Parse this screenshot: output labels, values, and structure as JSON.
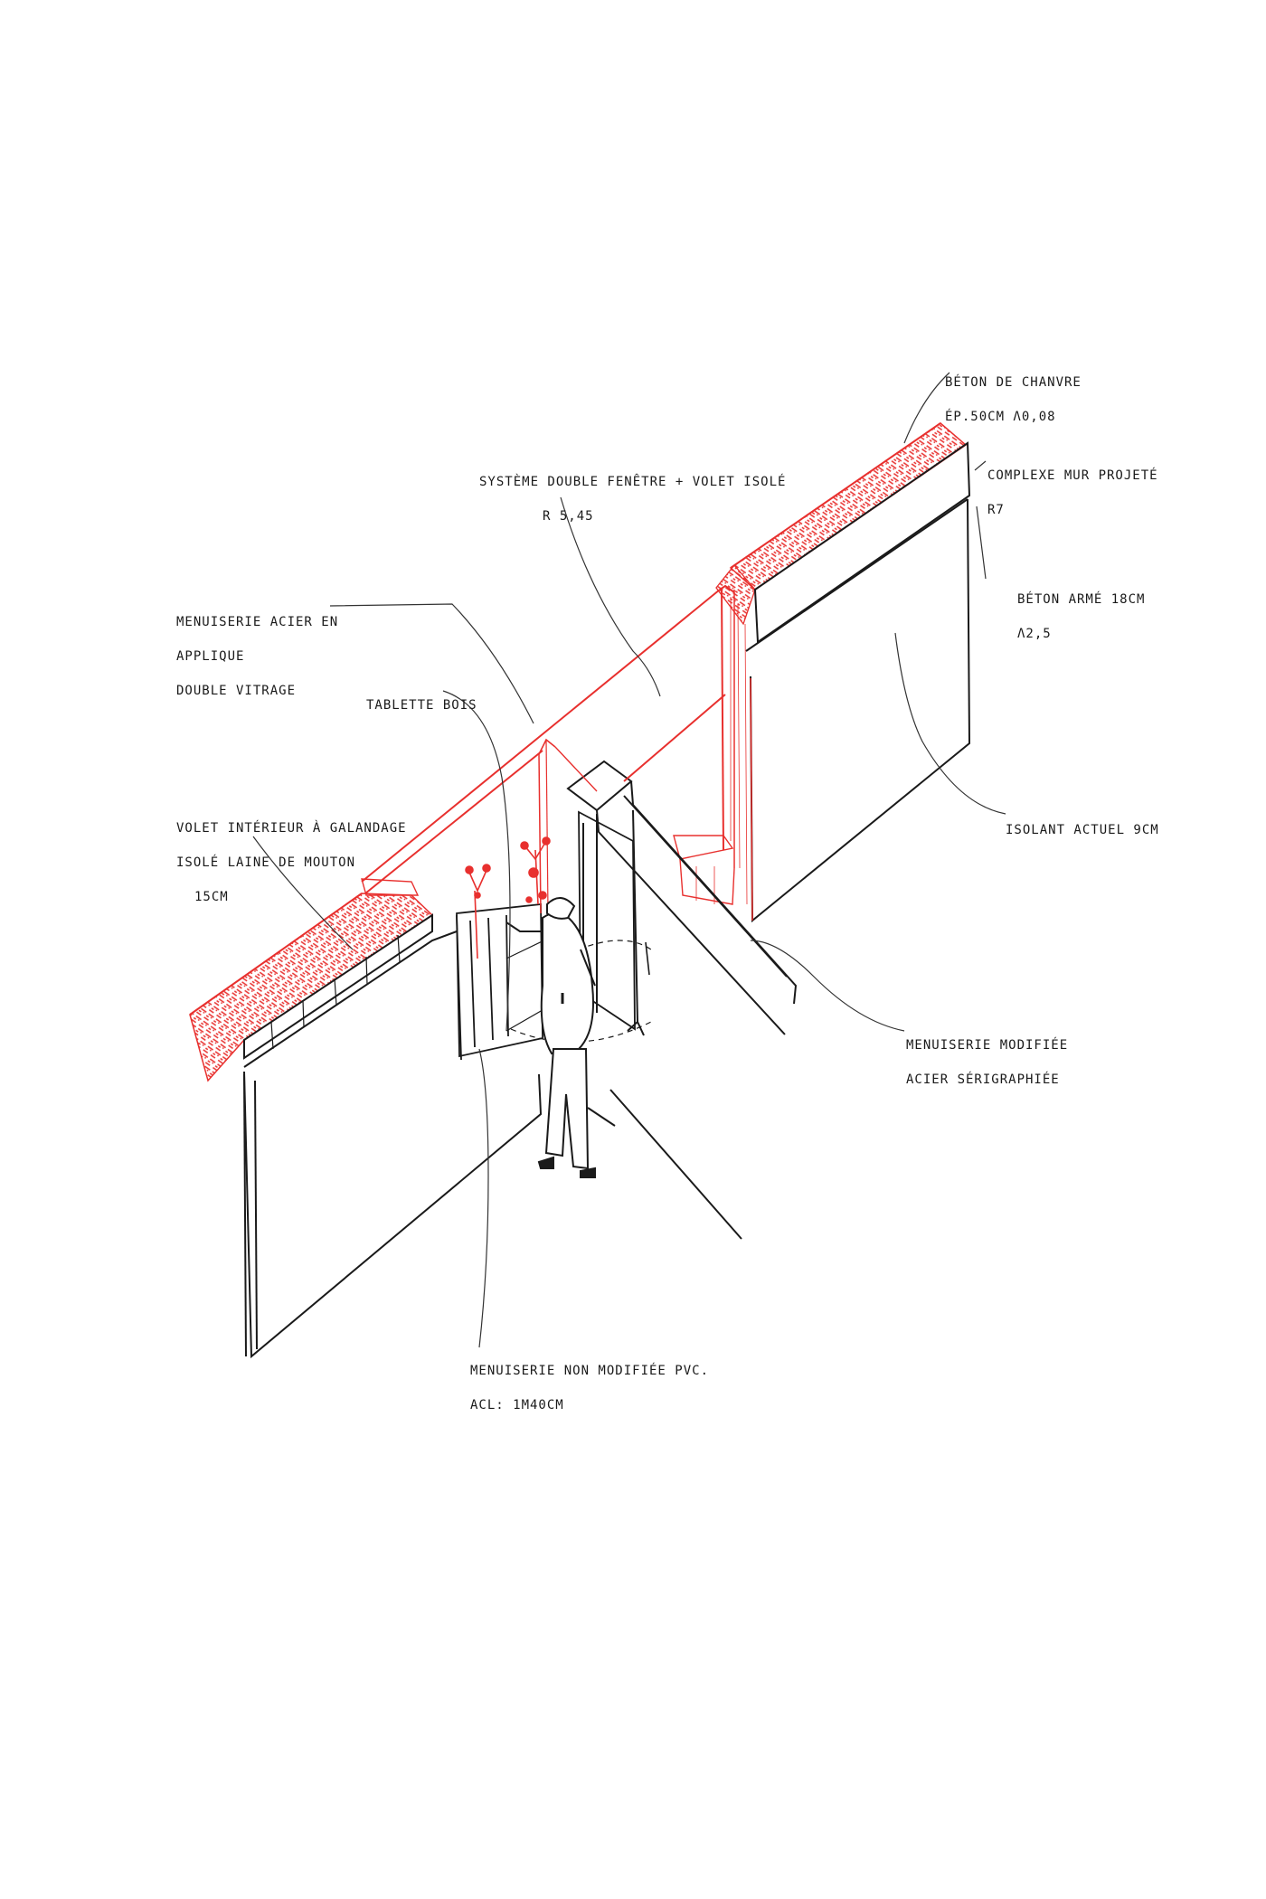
{
  "colors": {
    "ink": "#1a1a1a",
    "insulation": "#e8302e",
    "paper": "#ffffff"
  },
  "annotations": {
    "beton_chanvre": {
      "l1": "Béton de chanvre",
      "l2": "ép.50cm λ0,08"
    },
    "complexe_mur": {
      "l1": "Complexe mur projeté",
      "l2": "R7"
    },
    "beton_arme": {
      "l1": "Béton armé 18cm",
      "l2": "λ2,5"
    },
    "systeme_double": {
      "l1": "Système double fenêtre + volet isolé",
      "l2": "R 5,45"
    },
    "menuiserie_acier": {
      "l1": "Menuiserie acier en",
      "l2": "applique",
      "l3": "double vitrage"
    },
    "tablette_bois": {
      "l1": "Tablette bois"
    },
    "volet_interieur": {
      "l1": "Volet intérieur à galandage",
      "l2": "isolé laine de mouton",
      "l3": "15cm"
    },
    "isolant_actuel": {
      "l1": "Isolant actuel 9cm"
    },
    "menuiserie_modifiee": {
      "l1": "Menuiserie modifiée",
      "l2": "acier sérigraphiée"
    },
    "menuiserie_non_modifiee": {
      "l1": "Menuiserie non modifiée PVC.",
      "l2": "ACL: 1m40cm"
    }
  }
}
